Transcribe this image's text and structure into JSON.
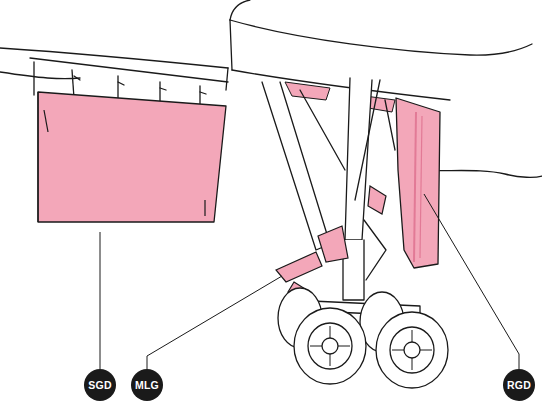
{
  "diagram": {
    "nodes": [
      {
        "text": [
          "SGD"
        ]
      },
      {
        "text": [
          "MLG"
        ]
      },
      {
        "text": [
          "RGD"
        ]
      }
    ]
  }
}
